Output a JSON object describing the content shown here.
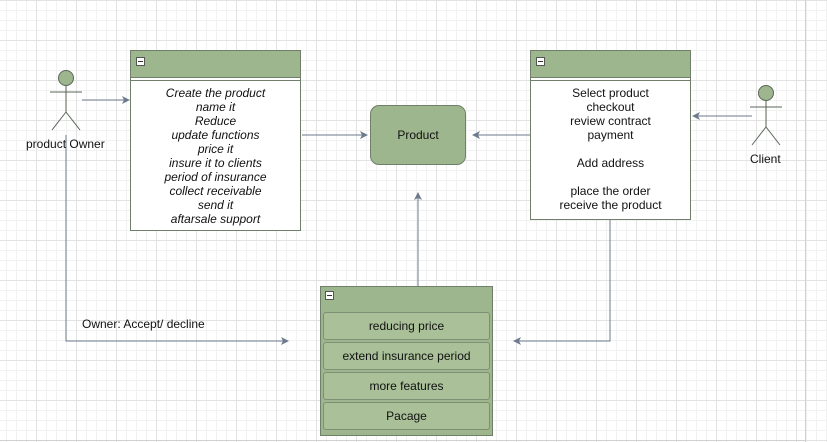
{
  "actors": {
    "owner": {
      "label": "product Owner"
    },
    "client": {
      "label": "Client"
    }
  },
  "owner_box": {
    "lines": [
      "Create the product",
      "name it",
      "Reduce",
      "update functions",
      "price it",
      "insure it to clients",
      "period of insurance",
      "collect receivable",
      "send it",
      "aftarsale support"
    ]
  },
  "client_box": {
    "lines": [
      "Select product",
      "checkout",
      "review contract",
      "payment",
      "",
      "Add address",
      "",
      "place the order",
      "receive the product"
    ]
  },
  "product": {
    "label": "Product"
  },
  "features": {
    "items": [
      "reducing price",
      "extend insurance period",
      "more features",
      "Pacage"
    ]
  },
  "edge_labels": {
    "owner_accept": "Owner: Accept/ decline"
  },
  "colors": {
    "fill": "#9db68d",
    "stroke": "#6f7f6a",
    "edge": "#6c7a8c"
  }
}
